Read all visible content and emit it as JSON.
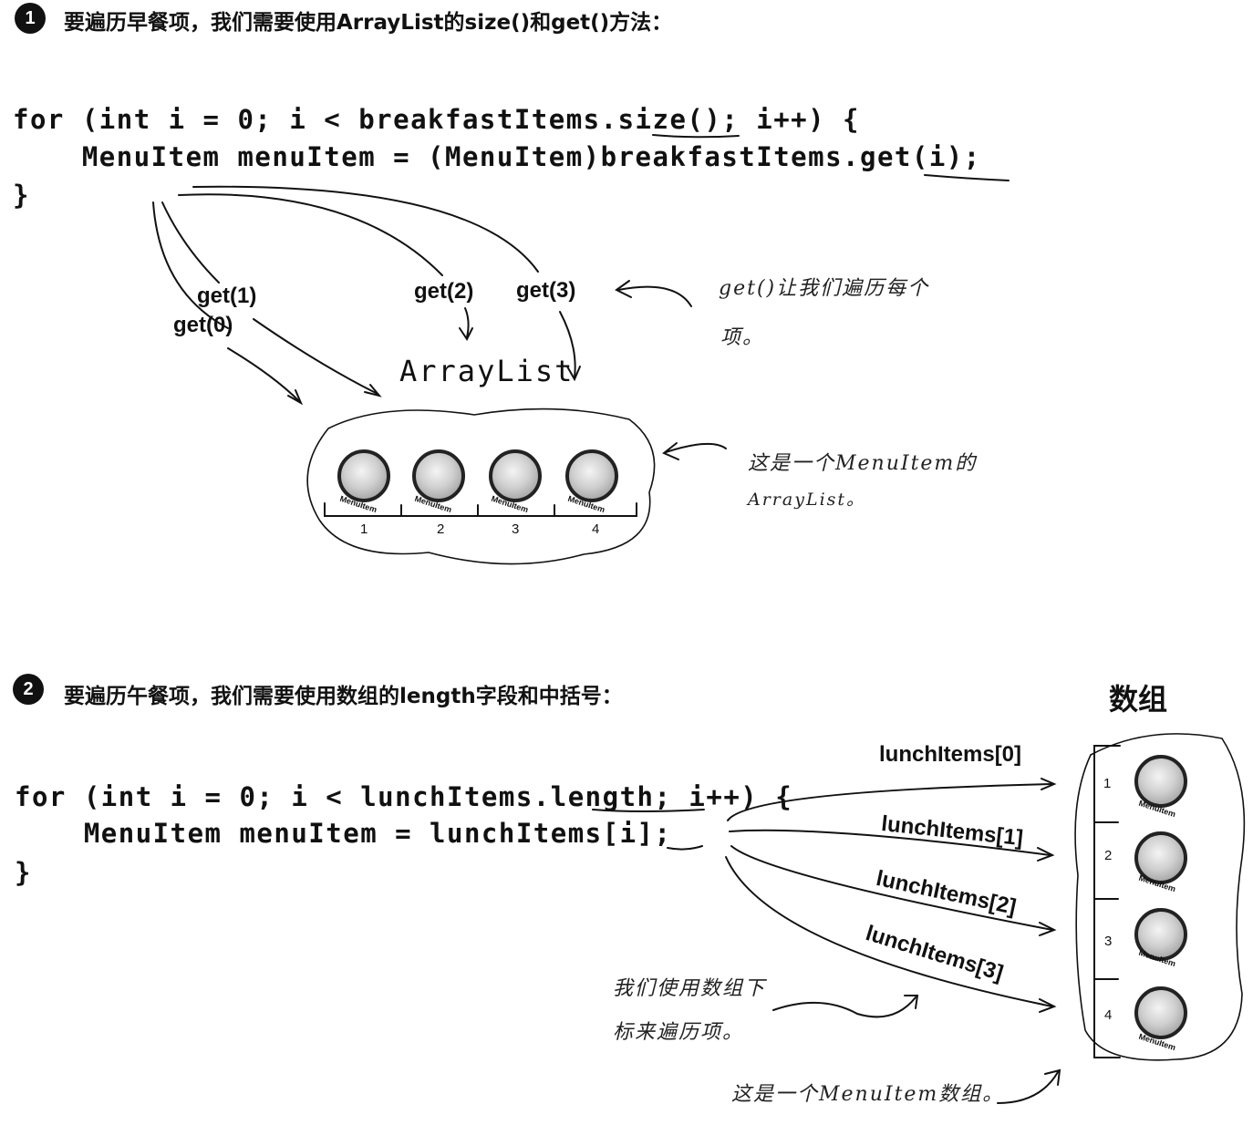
{
  "section1": {
    "step_number": "1",
    "heading": "要遍历早餐项，我们需要使用ArrayList的size()和get()方法：",
    "code_lines": [
      "for (int i = 0; i < breakfastItems.size(); i++) {",
      "    MenuItem menuItem = (MenuItem)breakfastItems.get(i);",
      "}"
    ],
    "get_labels": [
      "get(0)",
      "get(1)",
      "get(2)",
      "get(3)"
    ],
    "arraylist_title": "ArrayList",
    "note_get_lines": [
      "get()让我们遍历每个",
      "项。"
    ],
    "note_arraylist_lines": [
      "这是一个MenuItem的",
      "ArrayList。"
    ],
    "item_indices": [
      "1",
      "2",
      "3",
      "4"
    ],
    "item_label": "MenuItem"
  },
  "section2": {
    "step_number": "2",
    "heading": "要遍历午餐项，我们需要使用数组的length字段和中括号：",
    "array_title": "数组",
    "code_lines": [
      "for (int i = 0; i < lunchItems.length; i++) {",
      "    MenuItem menuItem = lunchItems[i];",
      "}"
    ],
    "index_labels": [
      "lunchItems[0]",
      "lunchItems[1]",
      "lunchItems[2]",
      "lunchItems[3]"
    ],
    "note_index_lines": [
      "我们使用数组下",
      "标来遍历项。"
    ],
    "note_array_line": "这是一个MenuItem数组。",
    "item_indices": [
      "1",
      "2",
      "3",
      "4"
    ],
    "item_label": "MenuItem"
  }
}
